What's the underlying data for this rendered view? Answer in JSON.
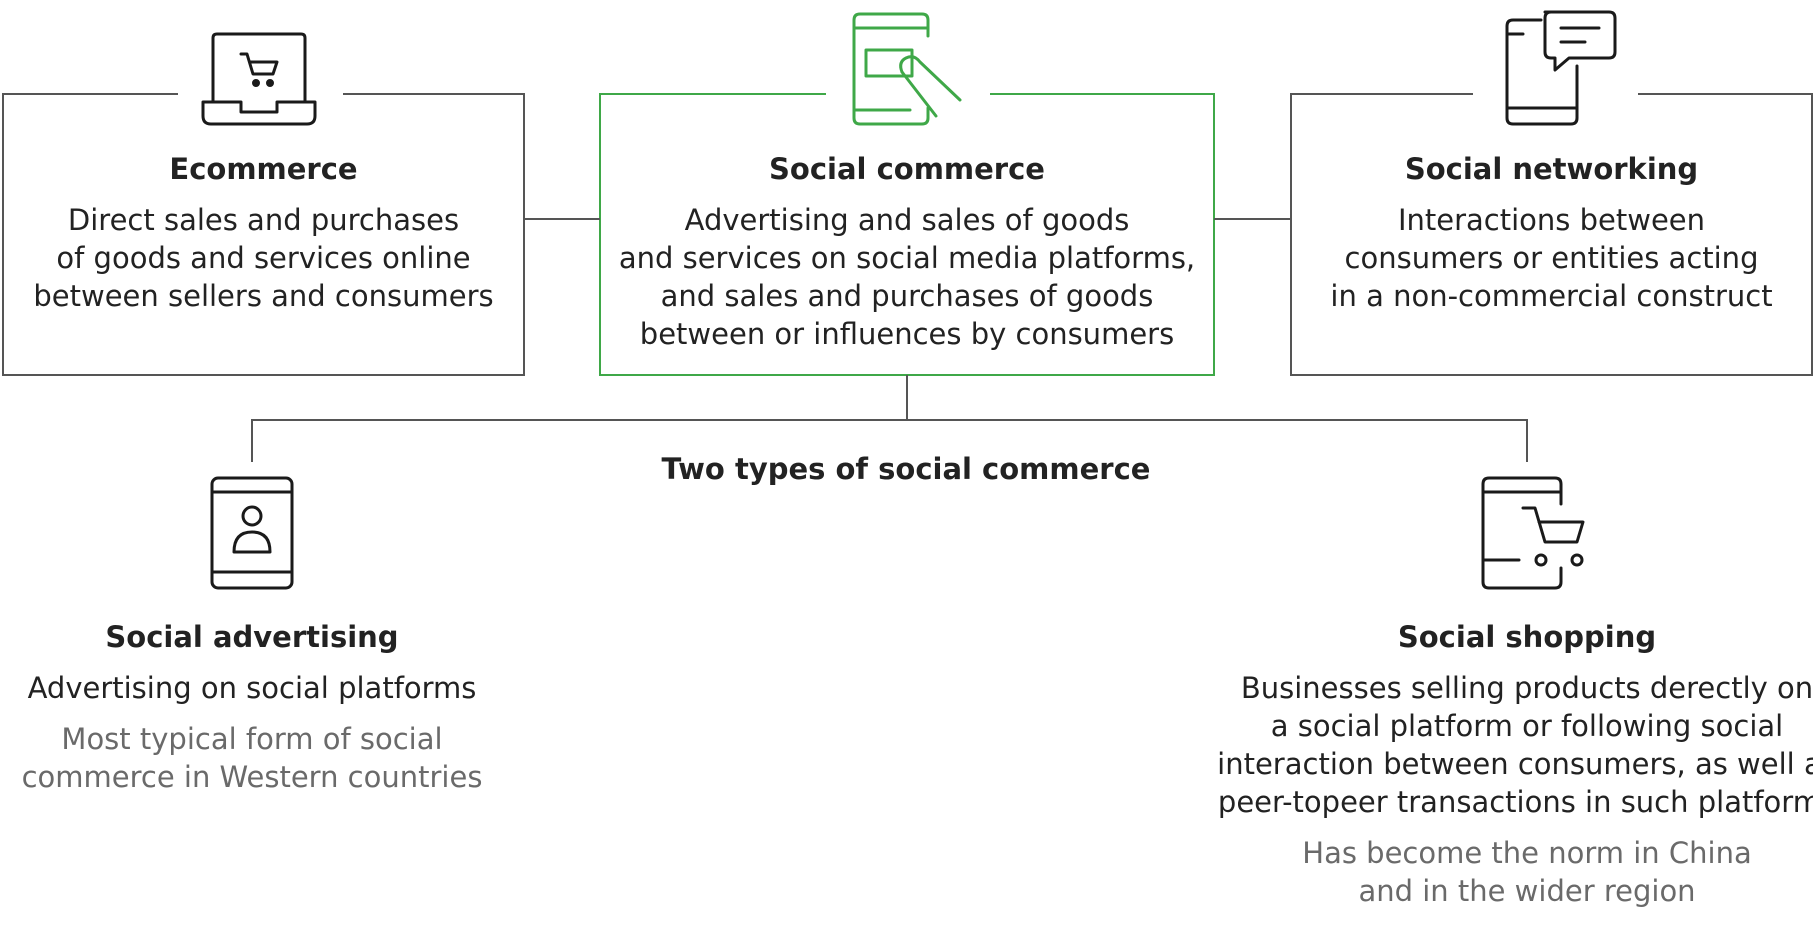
{
  "colors": {
    "accent": "#3fa848",
    "line": "#555555",
    "icon": "#1a1a1a",
    "note_text": "#6a6a6a"
  },
  "boxes": {
    "ecommerce": {
      "icon": "laptop-cart-icon",
      "title": "Ecommerce",
      "lines": [
        "Direct sales and purchases",
        "of goods and services online",
        "between sellers and consumers"
      ]
    },
    "social_commerce": {
      "icon": "phone-touch-icon",
      "title": "Social commerce",
      "lines": [
        "Advertising and sales of goods",
        "and services on social media platforms,",
        "and sales and purchases of goods",
        "between or influences by consumers"
      ]
    },
    "social_networking": {
      "icon": "phone-chat-icon",
      "title": "Social networking",
      "lines": [
        "Interactions between",
        "consumers or entities acting",
        "in a non-commercial construct"
      ]
    }
  },
  "types_label": "Two types of social commerce",
  "types": {
    "advertising": {
      "icon": "phone-profile-icon",
      "title": "Social advertising",
      "lines": [
        "Advertising on social platforms"
      ],
      "note_lines": [
        "Most typical form of social",
        "commerce in Western countries"
      ]
    },
    "shopping": {
      "icon": "phone-cart-icon",
      "title": "Social shopping",
      "lines": [
        "Businesses selling products derectly on",
        "a social platform or following social",
        "interaction between consumers, as well as",
        "peer-topeer transactions in such platforms"
      ],
      "note_lines": [
        "Has become the norm in China",
        "and in the wider region"
      ]
    }
  }
}
